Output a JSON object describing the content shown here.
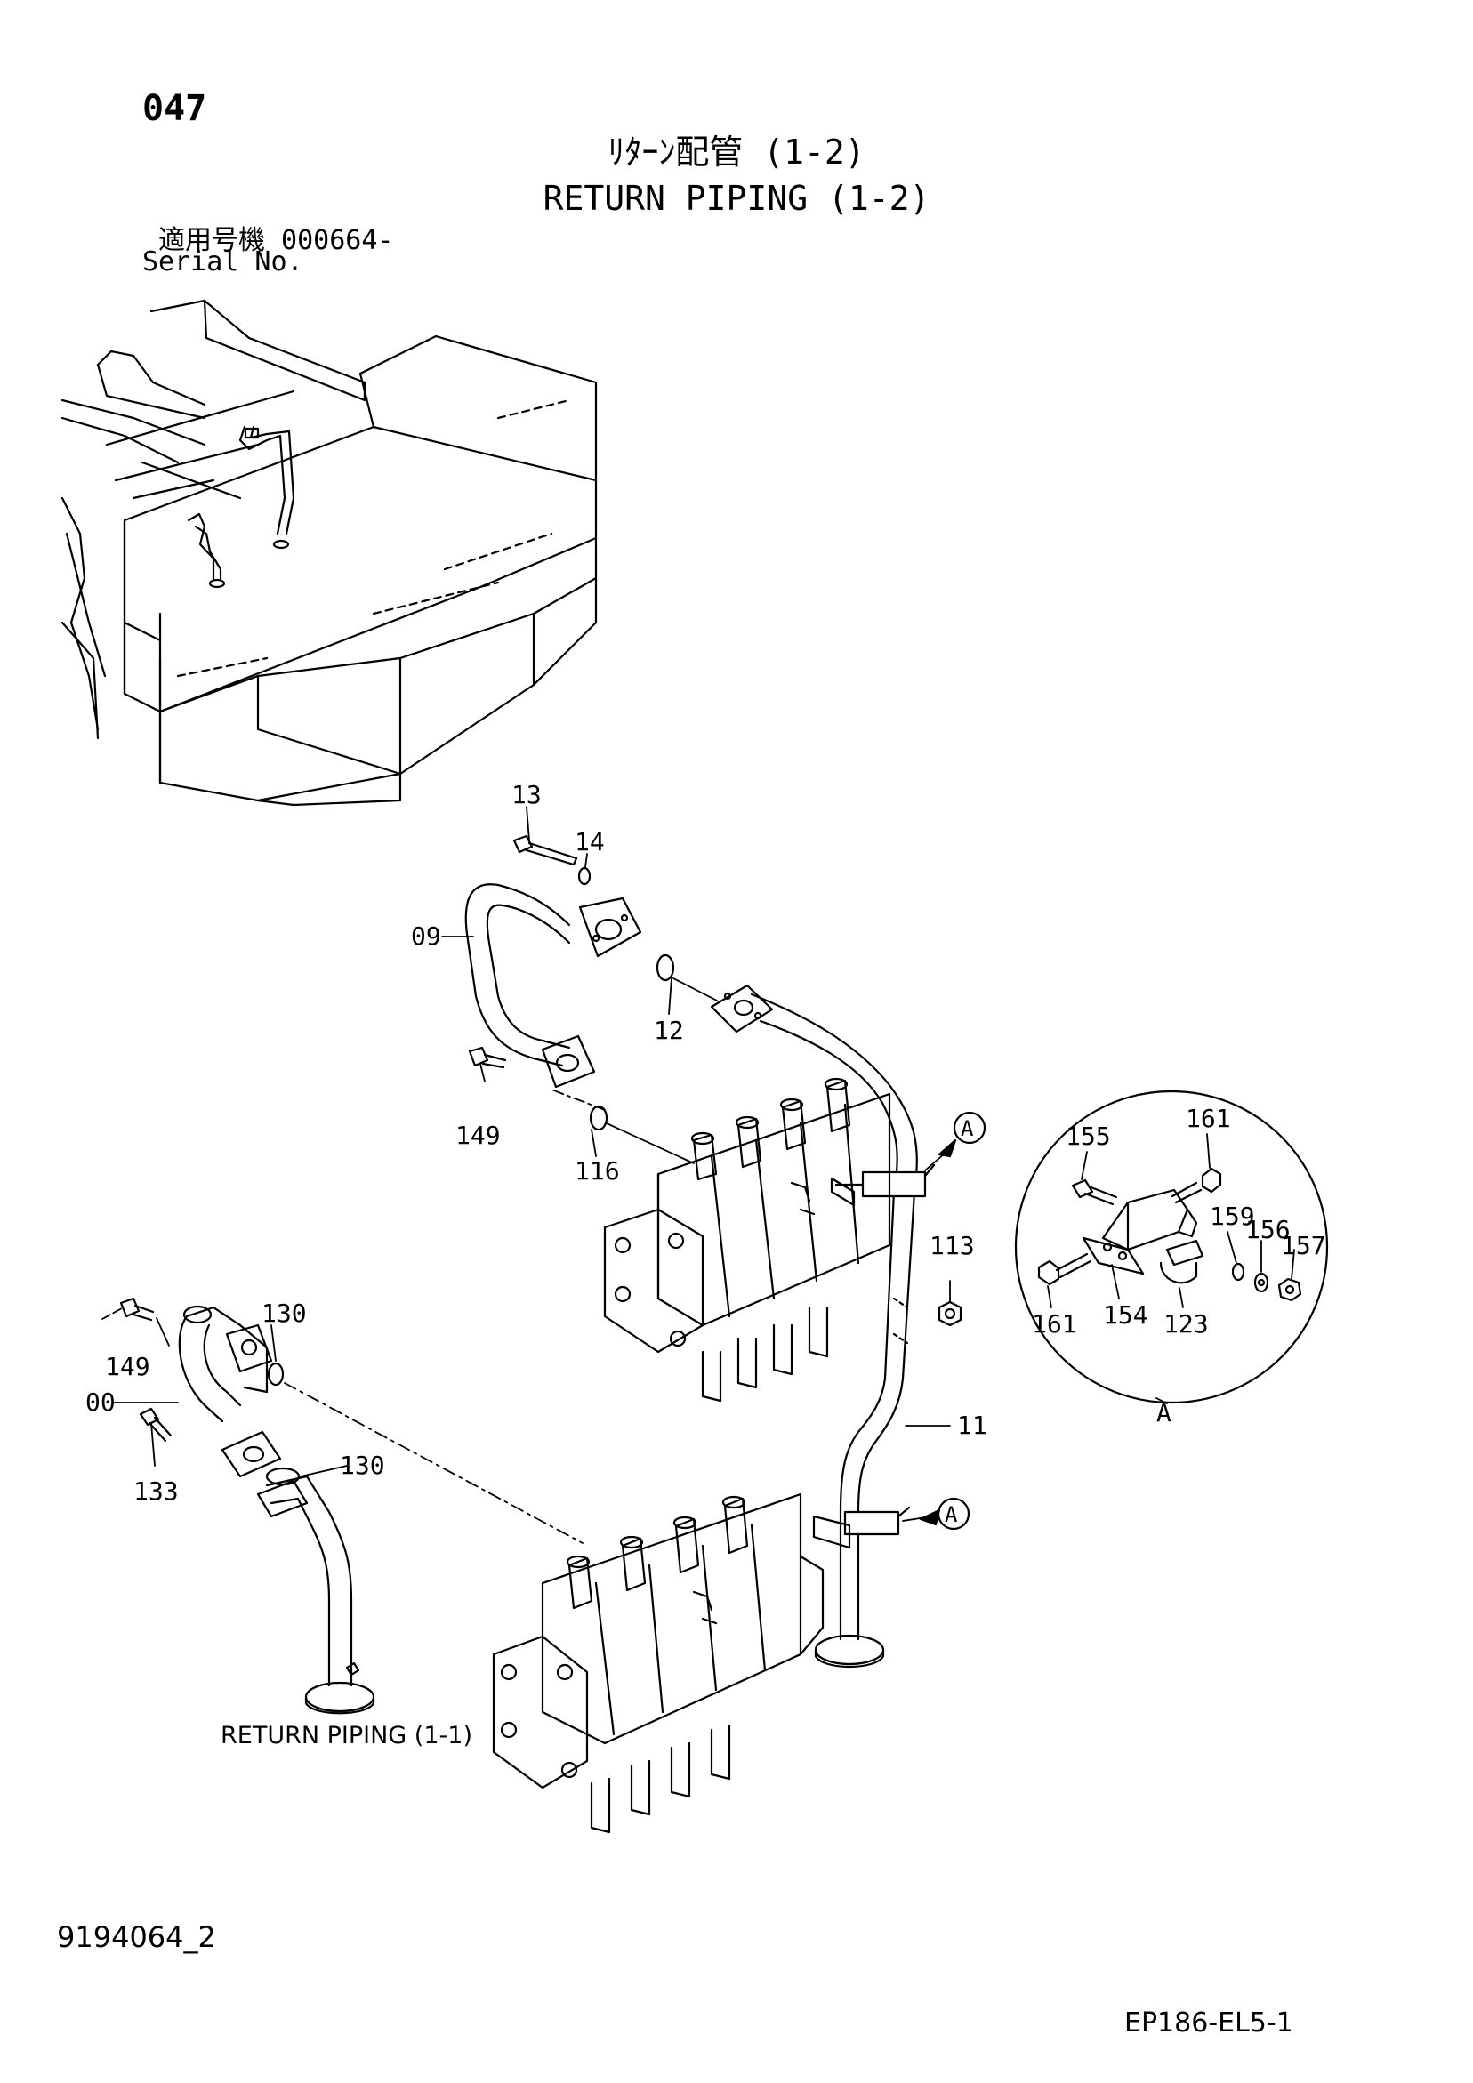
{
  "page_number": "047",
  "title": {
    "japanese": "ﾘﾀｰﾝ配管 (1-2)",
    "english": "RETURN PIPING (1-2)"
  },
  "serial": {
    "japanese": "適用号機 000664-",
    "english": "Serial No."
  },
  "callouts": {
    "c13": "13",
    "c14": "14",
    "c09": "09",
    "c12": "12",
    "c149a": "149",
    "c116": "116",
    "c130a": "130",
    "c149b": "149",
    "c00": "00",
    "c133": "133",
    "c130b": "130",
    "c113": "113",
    "c11": "11",
    "c155": "155",
    "c161a": "161",
    "c159": "159",
    "c156": "156",
    "c157": "157",
    "c161b": "161",
    "c154": "154",
    "c123": "123",
    "detail_a": "A",
    "marker_a1": "A",
    "marker_a2": "A"
  },
  "reference_label": "RETURN PIPING (1-1)",
  "document_id": "9194064_2",
  "drawing_code": "EP186-EL5-1"
}
